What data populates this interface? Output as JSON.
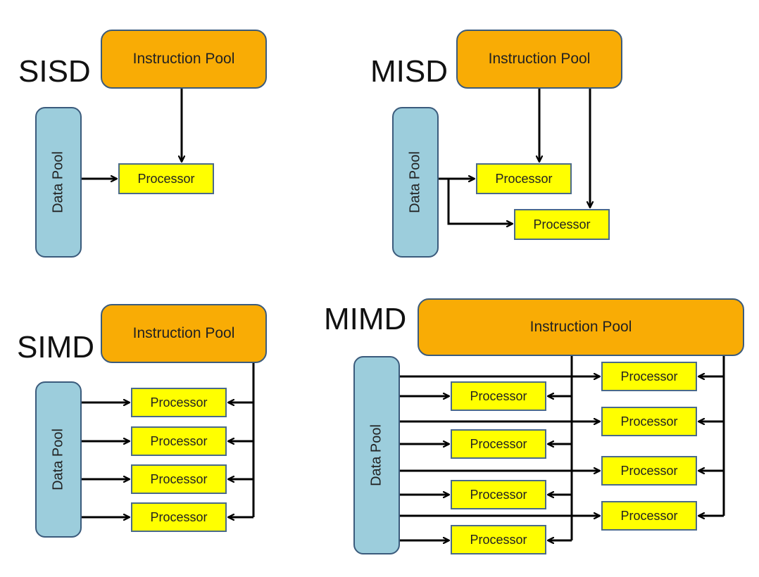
{
  "labels": {
    "instruction_pool": "Instruction Pool",
    "data_pool": "Data Pool",
    "processor": "Processor"
  },
  "panels": {
    "sisd": {
      "title": "SISD"
    },
    "misd": {
      "title": "MISD"
    },
    "simd": {
      "title": "SIMD"
    },
    "mimd": {
      "title": "MIMD"
    }
  },
  "colors": {
    "instruction_pool_fill": "#f9ac05",
    "data_pool_fill": "#9ccddc",
    "processor_fill": "#ffff00",
    "border": "#3b5b7c",
    "arrow": "#000000"
  }
}
